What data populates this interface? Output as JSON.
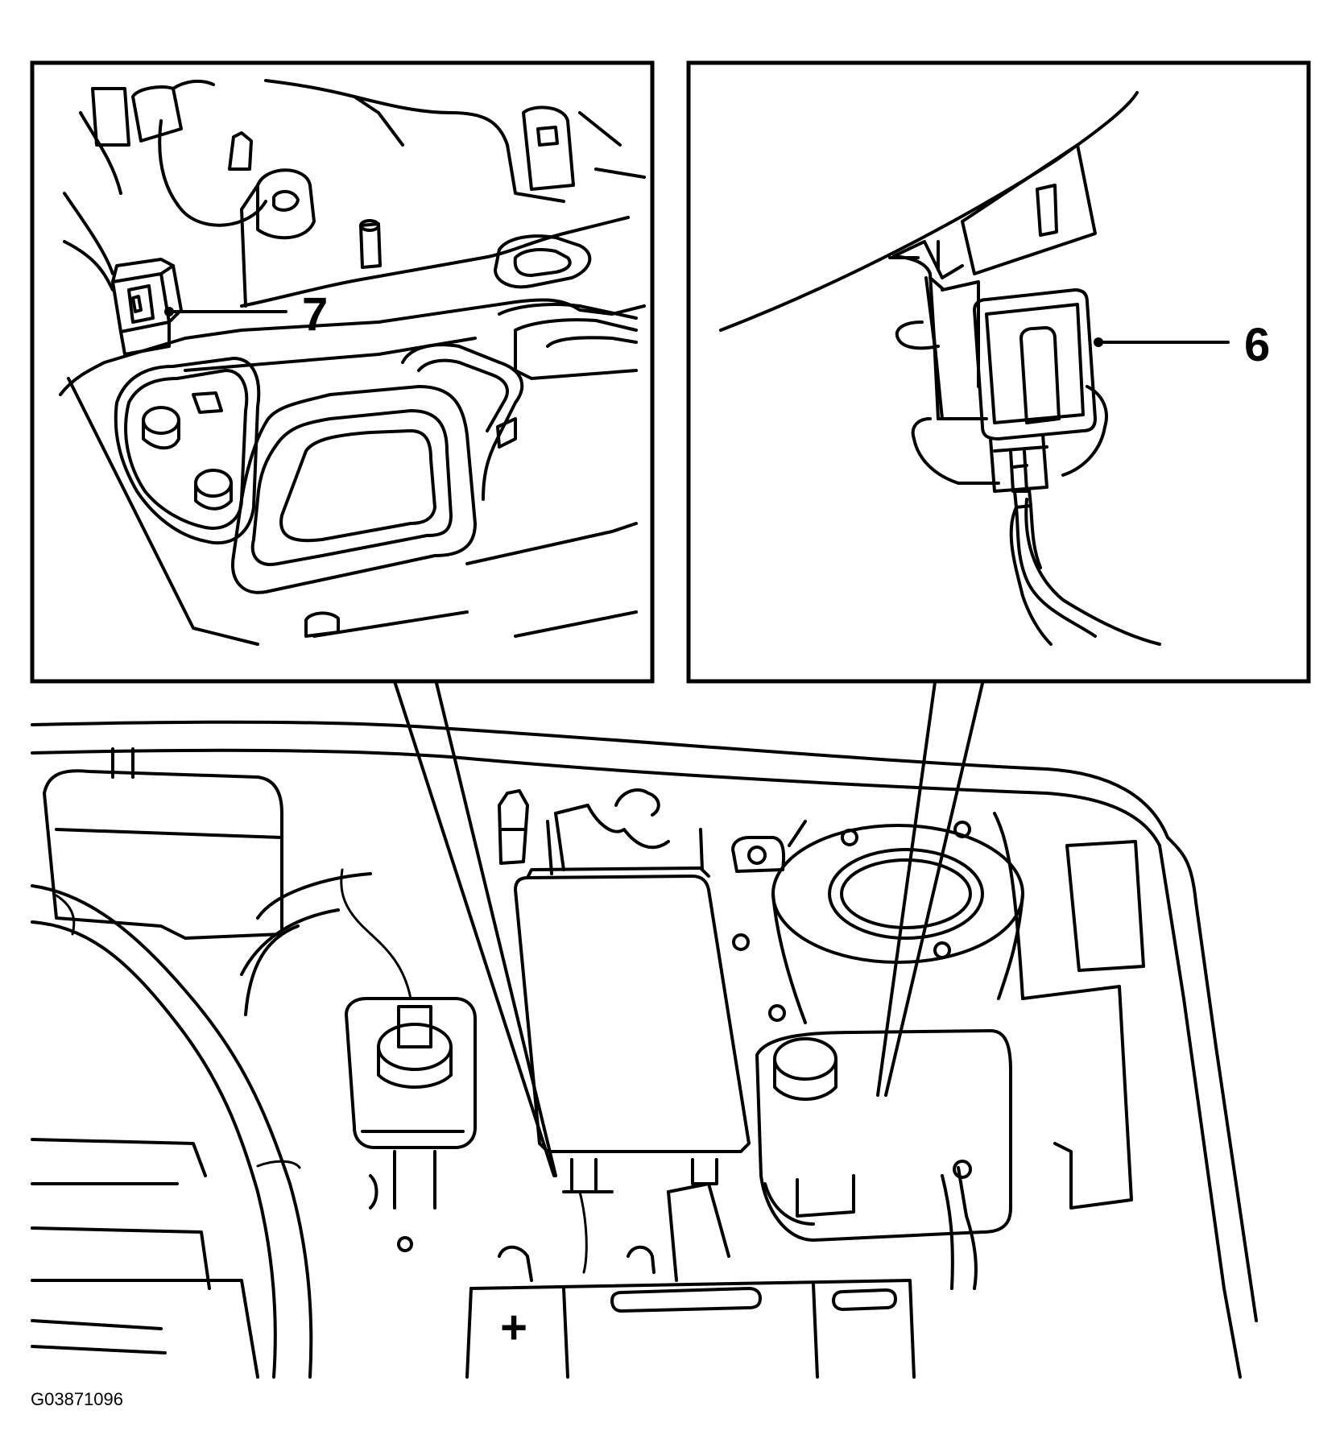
{
  "figure": {
    "code": "G03871096",
    "callouts": [
      {
        "id": "7",
        "label": "7"
      },
      {
        "id": "6",
        "label": "6"
      }
    ],
    "battery_terminals": {
      "positive": "+",
      "negative": "−"
    },
    "ink_color": "#000000",
    "paper_color": "#ffffff"
  }
}
